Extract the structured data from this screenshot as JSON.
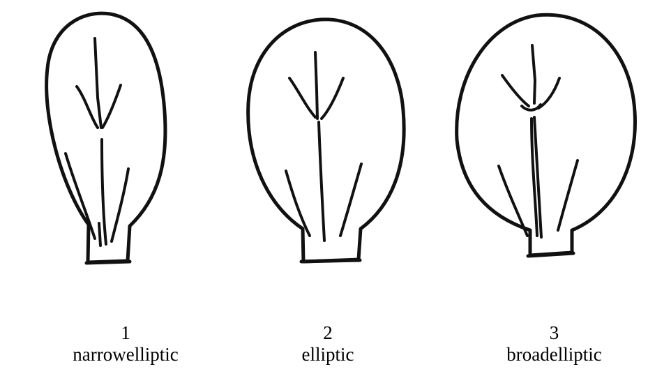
{
  "figure": {
    "items": [
      {
        "number": "1",
        "label": "narrowelliptic"
      },
      {
        "number": "2",
        "label": "elliptic"
      },
      {
        "number": "3",
        "label": "broadelliptic"
      }
    ]
  }
}
